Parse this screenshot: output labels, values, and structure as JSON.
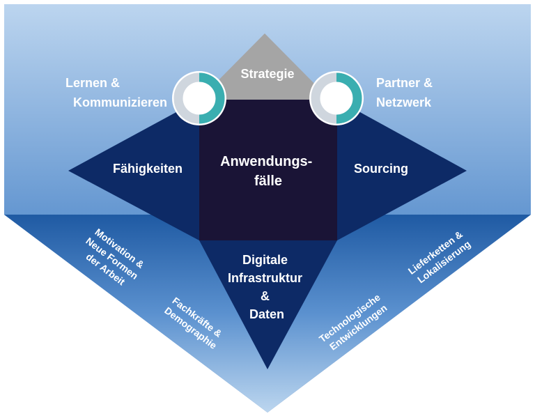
{
  "colors": {
    "background_top": "#b9d3ee",
    "background_bottom": "#2f6eb5",
    "navy": "#0d2a66",
    "center": "#1a1436",
    "strategy_gray": "#a5a5a5",
    "ring_teal": "#3aaeb0",
    "ring_light": "#cfd6de",
    "text": "#ffffff"
  },
  "top": {
    "strategy": "Strategie",
    "left_ring_label": [
      "Lernen &",
      "Kommunizieren"
    ],
    "right_ring_label": [
      "Partner &",
      "Netzwerk"
    ]
  },
  "middle": {
    "left": "Fähigkeiten",
    "center": [
      "Anwendungs-",
      "fälle"
    ],
    "right": "Sourcing"
  },
  "bottom": {
    "center": [
      "Digitale",
      "Infrastruktur",
      "&",
      "Daten"
    ],
    "left_outer": [
      "Motivation &",
      "Neue Formen",
      "der Arbeit"
    ],
    "left_inner": [
      "Fachkräfte &",
      "Demographie"
    ],
    "right_inner": [
      "Technologische",
      "Entwicklungen"
    ],
    "right_outer": [
      "Lieferketten &",
      "Lokalisierung"
    ]
  },
  "icons": {
    "left_ring": "circular-cycle-icon",
    "right_ring": "circular-cycle-icon"
  }
}
